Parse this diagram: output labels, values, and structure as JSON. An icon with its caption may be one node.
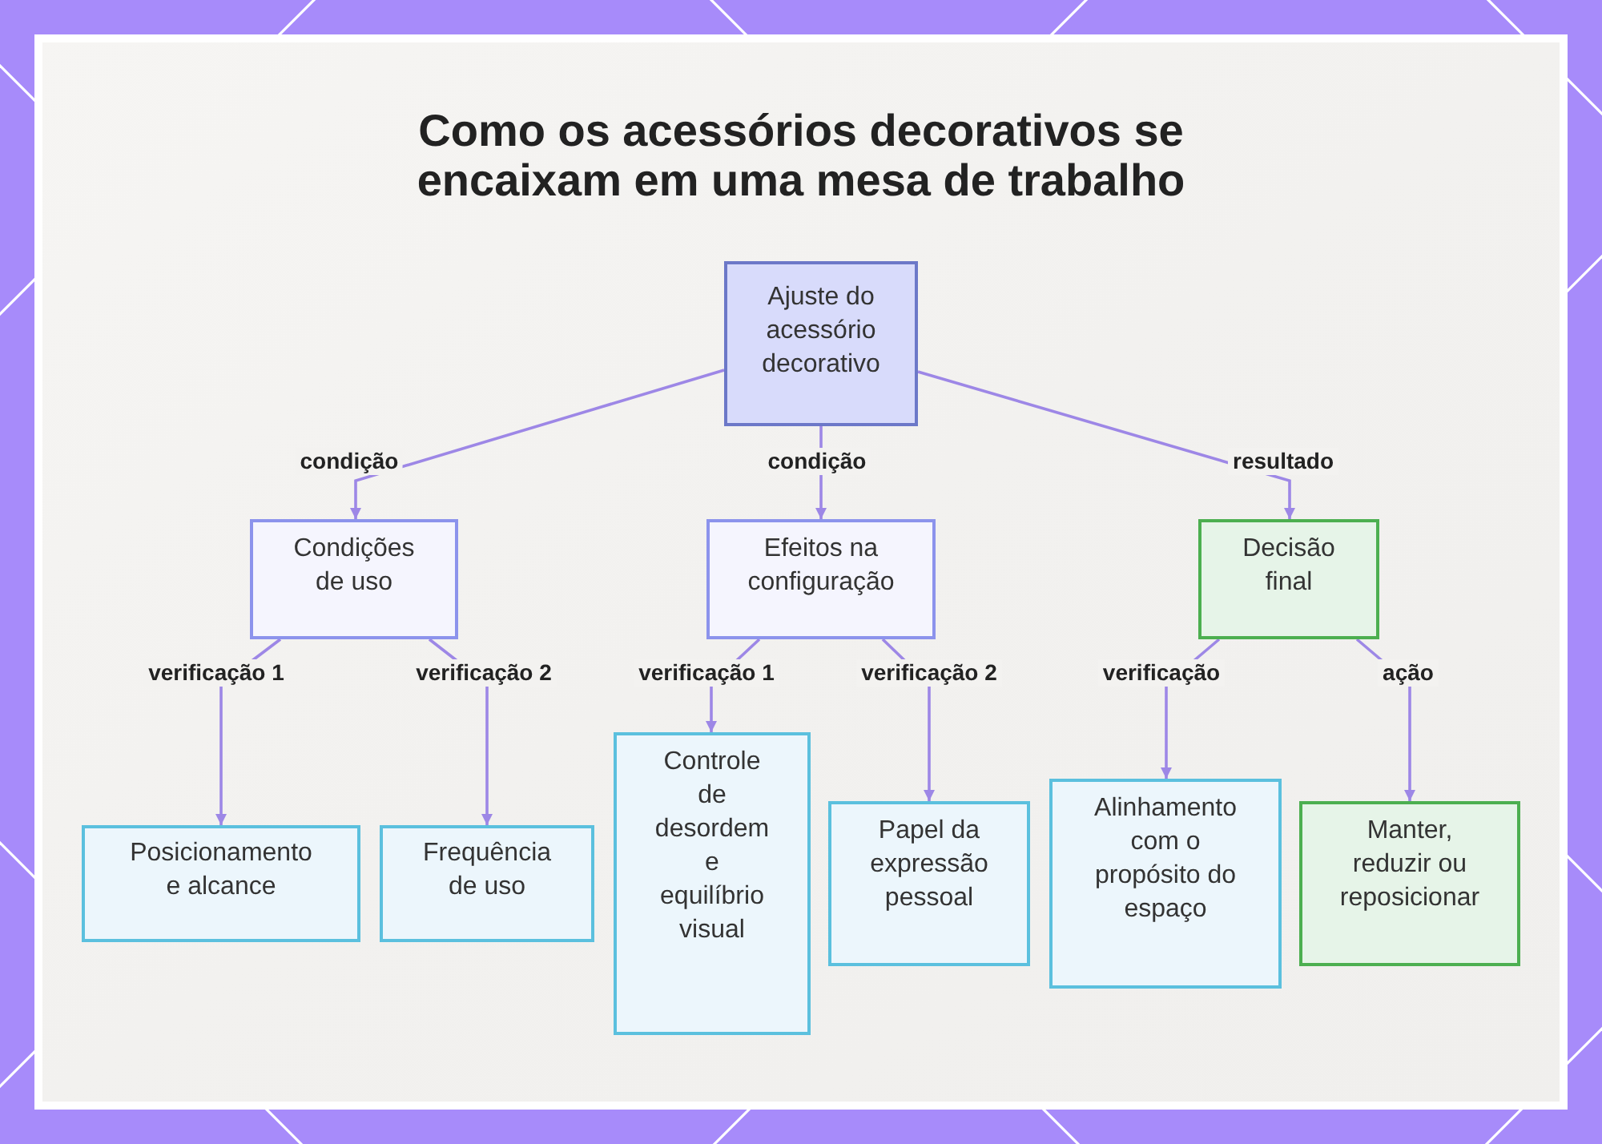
{
  "diagram": {
    "title": "Como os acessórios decorativos se encaixam em uma mesa de trabalho",
    "nodes": [
      {
        "text": [
          "Ajuste do acessório decorativo"
        ]
      },
      {
        "text": [
          "Condições de uso"
        ]
      },
      {
        "text": [
          "Efeitos na configuração"
        ]
      },
      {
        "text": [
          "Decisão final"
        ]
      },
      {
        "text": [
          "Posicionamento e alcance"
        ]
      },
      {
        "text": [
          "Frequência de uso"
        ]
      },
      {
        "text": [
          "Controle de desordem e equilíbrio visual"
        ]
      },
      {
        "text": [
          "Papel da expressão pessoal"
        ]
      },
      {
        "text": [
          "Alinhamento com o propósito do espaço"
        ]
      },
      {
        "text": [
          "Manter, reduzir ou reposicionar"
        ]
      }
    ],
    "edges": [
      {
        "from": 0,
        "to": 1,
        "arrow": "to",
        "label": "condição"
      },
      {
        "from": 0,
        "to": 2,
        "arrow": "to",
        "label": "condição"
      },
      {
        "from": 0,
        "to": 3,
        "arrow": "to",
        "label": "resultado"
      },
      {
        "from": 1,
        "to": 4,
        "arrow": "to",
        "label": "verificação 1"
      },
      {
        "from": 1,
        "to": 5,
        "arrow": "to",
        "label": "verificação 2"
      },
      {
        "from": 2,
        "to": 6,
        "arrow": "to",
        "label": "verificação 1"
      },
      {
        "from": 2,
        "to": 7,
        "arrow": "to",
        "label": "verificação 2"
      },
      {
        "from": 3,
        "to": 8,
        "arrow": "to",
        "label": "verificação"
      },
      {
        "from": 3,
        "to": 9,
        "arrow": "to",
        "label": "ação"
      }
    ]
  }
}
